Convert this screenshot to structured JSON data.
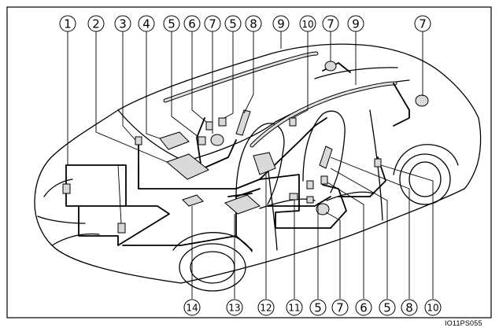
{
  "diagram": {
    "reference_code": "IO11PS055",
    "top_callouts": [
      "1",
      "2",
      "3",
      "4",
      "5",
      "6",
      "7",
      "5",
      "8",
      "9",
      "10",
      "7",
      "9",
      "7"
    ],
    "bottom_callouts": [
      "14",
      "13",
      "12",
      "11",
      "5",
      "7",
      "6",
      "5",
      "8",
      "10"
    ]
  }
}
